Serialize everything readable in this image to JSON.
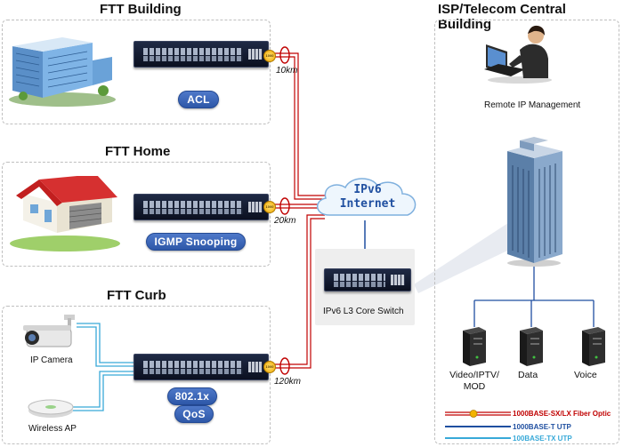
{
  "sections": {
    "building": {
      "title": "FTT Building",
      "feature": "ACL",
      "distance": "10km"
    },
    "home": {
      "title": "FTT Home",
      "feature": "IGMP Snooping",
      "distance": "20km"
    },
    "curb": {
      "title": "FTT Curb",
      "features": [
        "802.1x",
        "QoS"
      ],
      "distance": "120km",
      "devices": [
        "IP Camera",
        "Wireless AP"
      ]
    },
    "isp": {
      "title": "ISP/Telecom Central Building",
      "remote": "Remote IP Management",
      "servers": [
        "Video/IPTV/\nMOD",
        "Data",
        "Voice"
      ]
    }
  },
  "core": {
    "cloud_line1": "IPv6",
    "cloud_line2": "Internet",
    "switch_label": "IPv6 L3 Core Switch"
  },
  "fiber_badge": "1000",
  "legend": [
    {
      "label": "1000BASE-SX/LX Fiber Optic",
      "color": "#c00000"
    },
    {
      "label": "1000BASE-T UTP",
      "color": "#1f4fa0"
    },
    {
      "label": "100BASE-TX UTP",
      "color": "#38a9d8"
    }
  ]
}
